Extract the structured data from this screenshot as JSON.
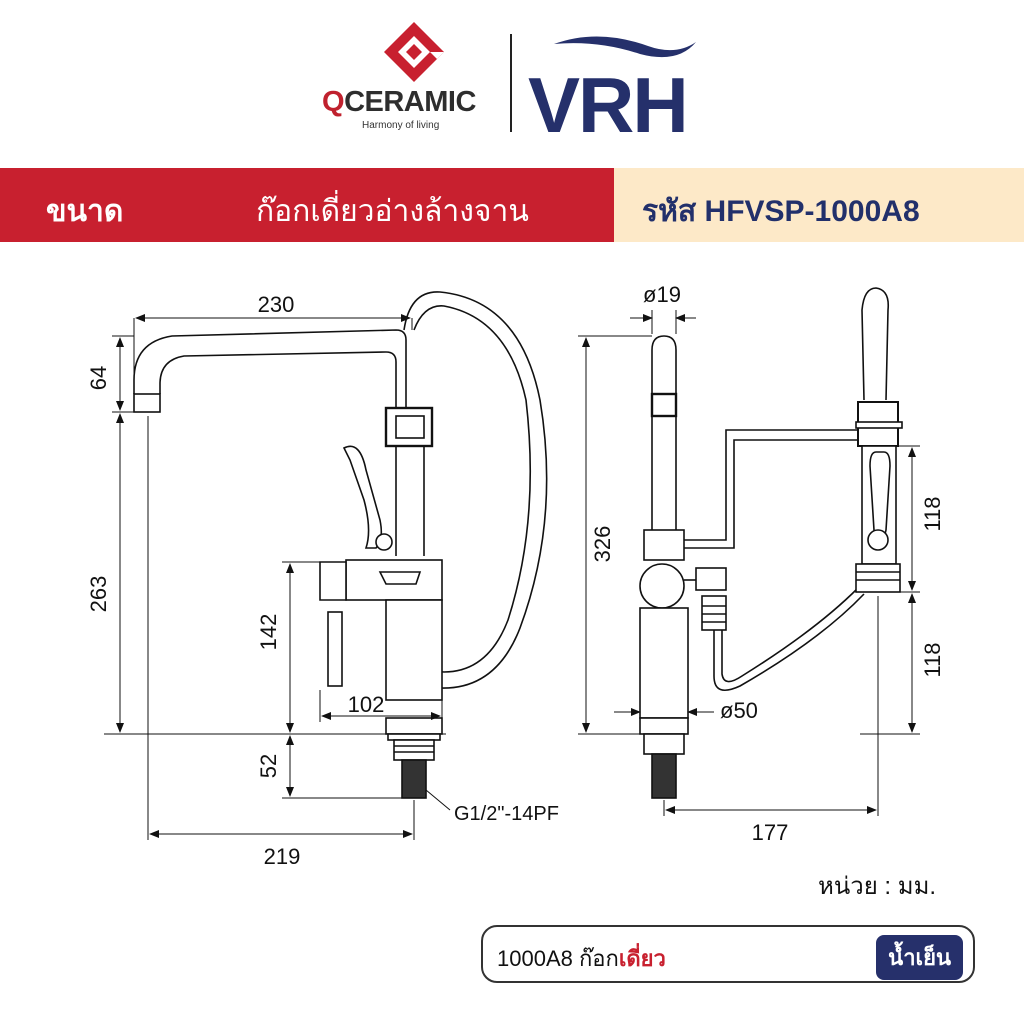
{
  "logos": {
    "left_brand": {
      "word_q": "Q",
      "word_rest": "CERAMIC",
      "tagline": "Harmony of living"
    },
    "right_brand": {
      "word": "VRH"
    }
  },
  "banner": {
    "size_label": "ขนาด",
    "product_name": "ก๊อกเดี่ยวอ่างล้างจาน",
    "code_label": "รหัส HFVSP-1000A8"
  },
  "dimensions": {
    "top_width": "230",
    "spout_drop": "64",
    "total_height_left": "263",
    "body_height": "142",
    "body_depth": "102",
    "shank_length": "52",
    "base_to_spout": "219",
    "thread": "G1/2\"-14PF",
    "spout_dia": "ø19",
    "total_height_right": "326",
    "base_dia": "ø50",
    "side_depth": "177",
    "handle_upper": "118",
    "handle_lower": "118"
  },
  "unit_note": "หน่วย : มม.",
  "footer": {
    "model": "1000A8",
    "type_prefix": "ก๊อก",
    "type_highlight": "เดี่ยว",
    "badge": "น้ำเย็น"
  },
  "colors": {
    "brand_red": "#c8202f",
    "brand_navy": "#26306b",
    "banner_cream": "#fde9c8"
  }
}
